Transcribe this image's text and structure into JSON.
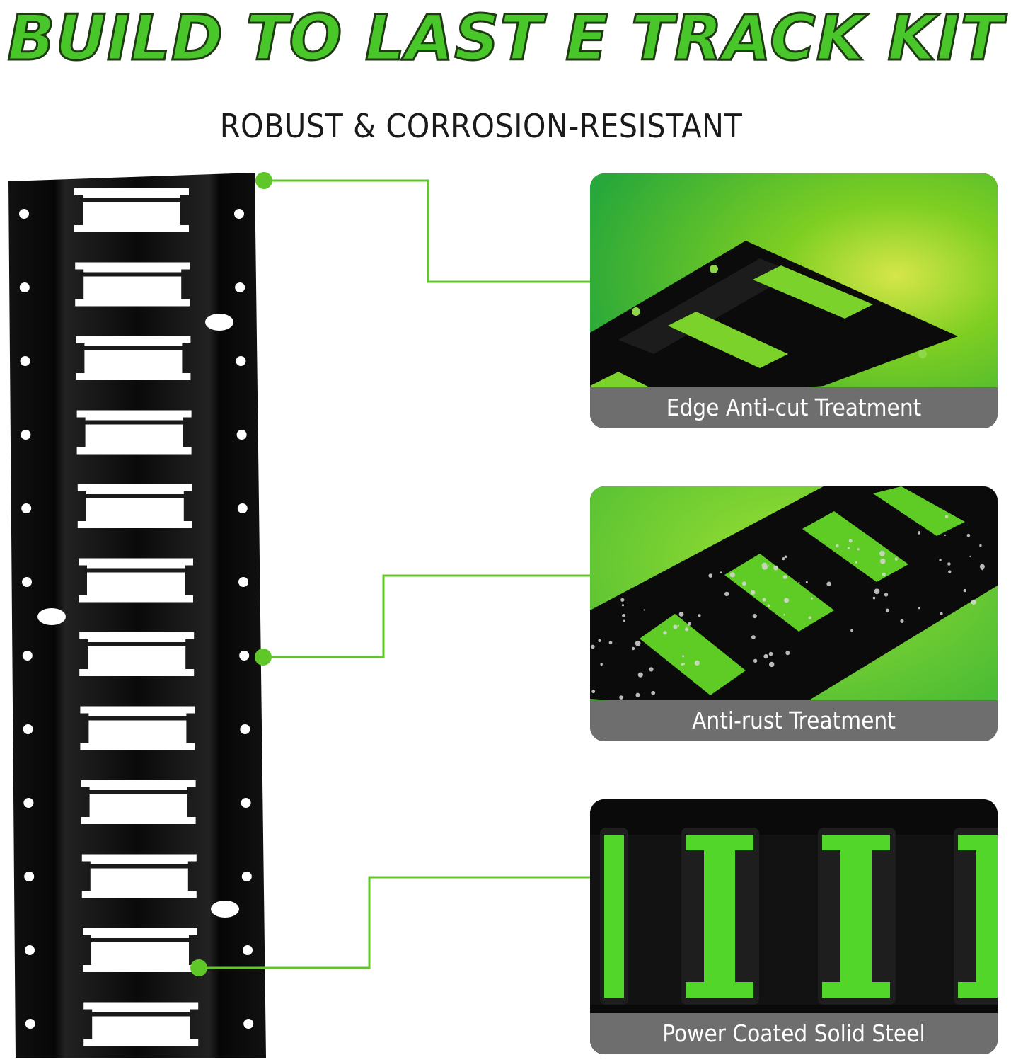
{
  "header": {
    "title": "BUILD TO LAST E TRACK KIT",
    "subtitle": "ROBUST & CORROSION-RESISTANT"
  },
  "features": [
    {
      "caption": "Edge Anti-cut Treatment",
      "icon": "e-track-edge-closeup-photo"
    },
    {
      "caption": "Anti-rust Treatment",
      "icon": "e-track-water-droplets-photo"
    },
    {
      "caption": "Power Coated Solid Steel",
      "icon": "e-track-slots-closeup-photo"
    }
  ],
  "colors": {
    "accent_green": "#5fc828",
    "headline_green": "#49c62a",
    "caption_gray": "#6e6e6e",
    "rail_black": "#0b0b0b"
  }
}
